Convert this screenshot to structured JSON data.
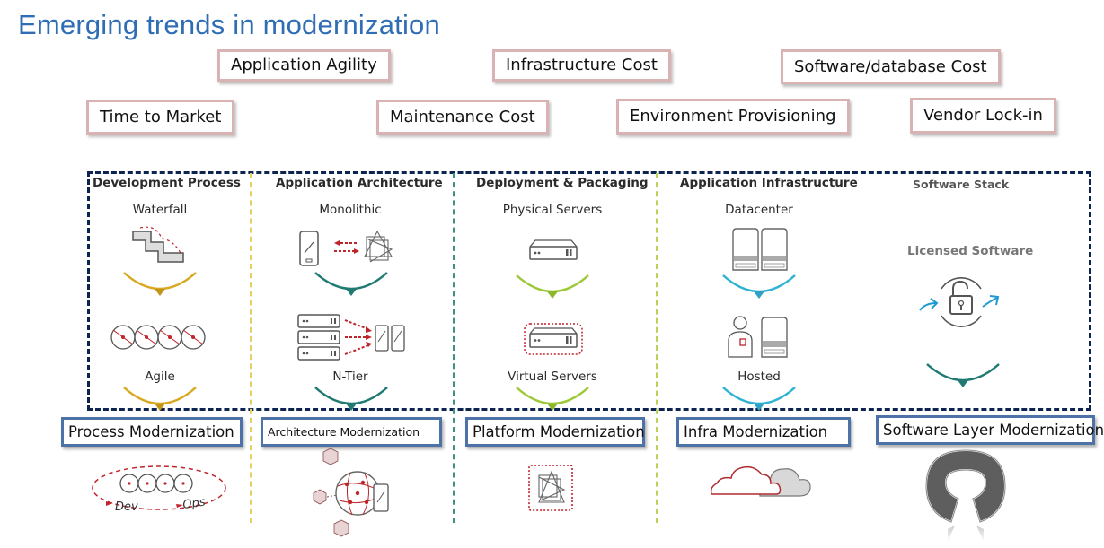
{
  "title": "Emerging trends in modernization",
  "drivers": [
    {
      "label": "Application Agility"
    },
    {
      "label": "Infrastructure  Cost"
    },
    {
      "label": "Software/database  Cost"
    },
    {
      "label": "Time to Market"
    },
    {
      "label": "Maintenance Cost"
    },
    {
      "label": "Environment  Provisioning"
    },
    {
      "label": "Vendor Lock-in"
    }
  ],
  "columns": [
    {
      "heading": "Development Process",
      "from": "Waterfall",
      "to": "Agile",
      "arc_color": "#d9a821",
      "modernization": "Process Modernization",
      "icons": [
        "waterfall-stairs-icon",
        "agile-circles-icon",
        "devops-loop-icon"
      ]
    },
    {
      "heading": "Application Architecture",
      "from": "Monolithic",
      "to": "N-Tier",
      "arc_color": "#1f7a73",
      "modernization": "Architecture  Modernization",
      "icons": [
        "monolith-app-icon",
        "n-tier-servers-icon",
        "microservices-globe-icon"
      ]
    },
    {
      "heading": "Deployment & Packaging",
      "from": "Physical Servers",
      "to": "Virtual Servers",
      "arc_color": "#9cc93a",
      "modernization": "Platform Modernization",
      "icons": [
        "physical-server-icon",
        "virtual-server-icon",
        "container-icon"
      ]
    },
    {
      "heading": "Application Infrastructure",
      "from": "Datacenter",
      "to": "Hosted",
      "arc_color": "#2fb2d3",
      "modernization": "Infra Modernization",
      "icons": [
        "datacenter-icon",
        "hosted-icon",
        "cloud-icon"
      ]
    },
    {
      "heading": "Software Stack",
      "from": "Licensed Software",
      "to": "",
      "arc_color": "#1f7a73",
      "modernization": "Software Layer Modernization",
      "icons": [
        "unlock-icon",
        "open-source-icon"
      ]
    }
  ],
  "dev": {
    "dev_label": "Dev",
    "ops_label": "Ops"
  },
  "colors": {
    "title": "#2f6db5",
    "frame": "#0d2350",
    "driver_border": "#d9b3b3",
    "mod_border": "#4d72a8",
    "accent_red": "#c0242b"
  }
}
